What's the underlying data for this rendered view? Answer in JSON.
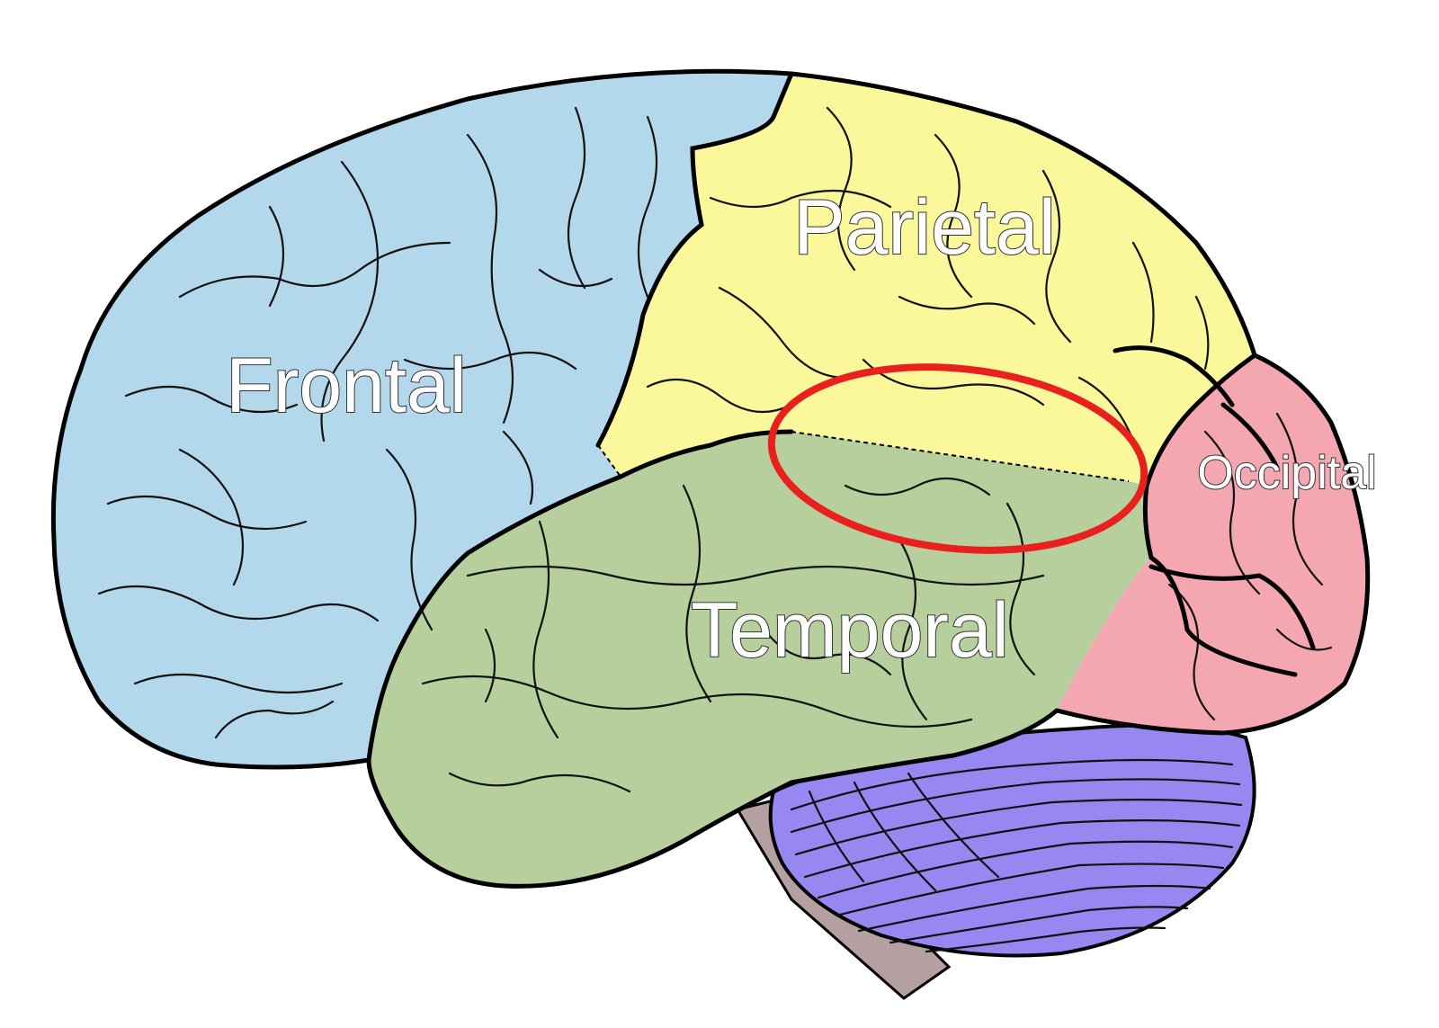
{
  "labels": {
    "frontal": "Frontal",
    "parietal": "Parietal",
    "temporal": "Temporal",
    "occipital": "Occipital"
  },
  "colors": {
    "frontal": "#b4d8eb",
    "parietal": "#faf89b",
    "temporal": "#b7cf9d",
    "occipital": "#f4a6b1",
    "cerebellum": "#9688f0",
    "brainstem": "#b49fa1",
    "highlight": "#e8201e"
  }
}
